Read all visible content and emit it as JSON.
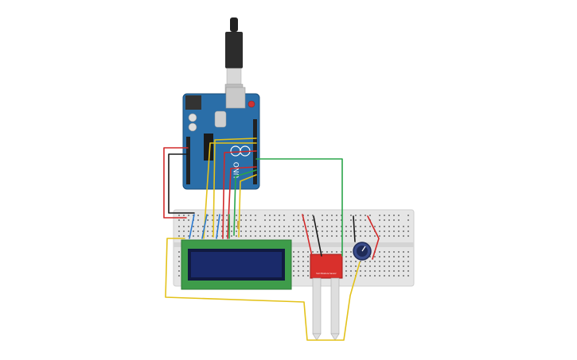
{
  "scene": {
    "board_label": "UNO",
    "board_brand": "Arduino",
    "lcd_text": "",
    "sensor_label": "Soil Moisture Sensor"
  },
  "colors": {
    "background": "#ffffff",
    "breadboard": "#e5e5e5",
    "arduino": "#2a6ea8",
    "lcd_pcb": "#3e9c4a",
    "lcd_screen": "#1a2a6a",
    "sensor_pcb": "#d9302c",
    "pot_body": "#1f2b57",
    "wire_red": "#d22a2a",
    "wire_black": "#1a1a1a",
    "wire_yellow": "#e3c21a",
    "wire_green": "#2aa54a",
    "wire_blue": "#2a7ad2",
    "usb_cable": "#222222"
  },
  "icons": {
    "usb": "usb-plug-icon",
    "board": "arduino-board-icon",
    "pot": "potentiometer-icon"
  }
}
